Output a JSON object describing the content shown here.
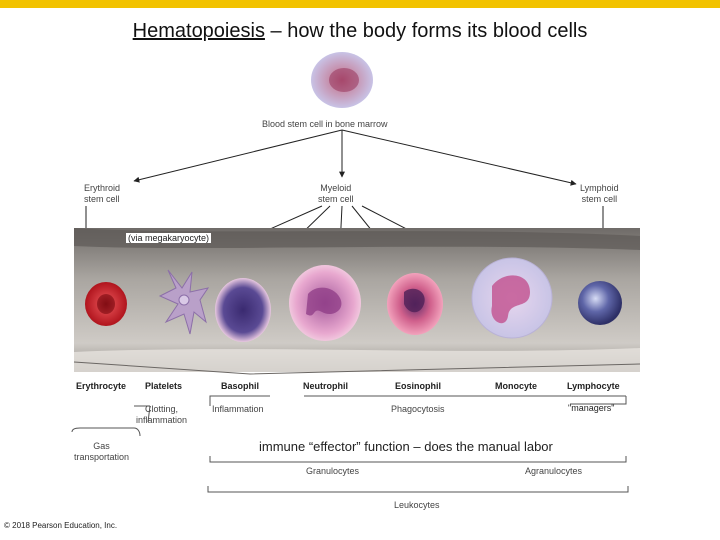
{
  "title": {
    "main": "Hematopoiesis",
    "rest": " – how the body forms its blood cells"
  },
  "stem": {
    "blood": "Blood stem cell in bone marrow",
    "erythroid": [
      "Erythroid",
      "stem cell"
    ],
    "myeloid": [
      "Myeloid",
      "stem cell"
    ],
    "lymphoid": [
      "Lymphoid",
      "stem cell"
    ]
  },
  "megakaryocyte_note": "(via megakaryocyte)",
  "cells": {
    "erythrocyte": "Erythrocyte",
    "platelets": "Platelets",
    "basophil": "Basophil",
    "neutrophil": "Neutrophil",
    "eosinophil": "Eosinophil",
    "monocyte": "Monocyte",
    "lymphocyte": "Lymphocyte"
  },
  "functions": {
    "clotting": [
      "Clotting,",
      "inflammation"
    ],
    "inflammation": "Inflammation",
    "phagocytosis": "Phagocytosis",
    "managers": "\"managers\"",
    "gas": [
      "Gas",
      "transportation"
    ],
    "effector": "immune “effector” function – does the manual labor"
  },
  "groups": {
    "granulocytes": "Granulocytes",
    "agranulocytes": "Agranulocytes",
    "leukocytes": "Leukocytes"
  },
  "copyright": "© 2018 Pearson Education, Inc.",
  "colors": {
    "accent_bar": "#f2c200",
    "erythrocyte": "#c8202a",
    "vessel": "#8d8a86"
  }
}
